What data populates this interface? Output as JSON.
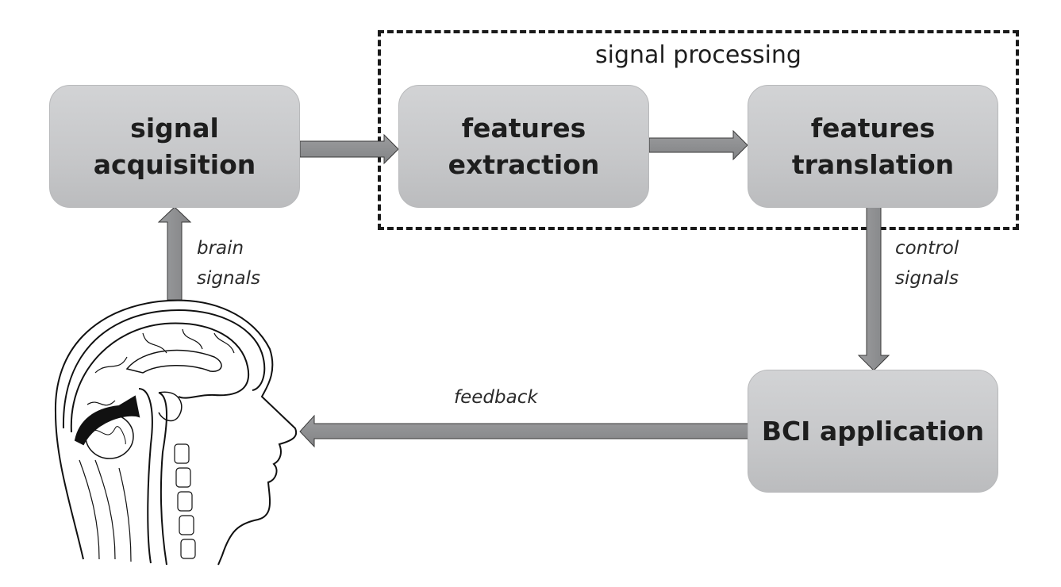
{
  "diagram": {
    "title": "BCI system block diagram",
    "group": {
      "label": "signal processing"
    },
    "nodes": {
      "acquisition": {
        "line1": "signal",
        "line2": "acquisition"
      },
      "extraction": {
        "line1": "features",
        "line2": "extraction"
      },
      "translation": {
        "line1": "features",
        "line2": "translation"
      },
      "application": {
        "line1": "BCI application"
      }
    },
    "edge_labels": {
      "brain_signals": {
        "line1": "brain",
        "line2": "signals"
      },
      "control_signals": {
        "line1": "control",
        "line2": "signals"
      },
      "feedback": "feedback"
    },
    "colors": {
      "box_fill": "#c9cacc",
      "arrow_fill": "#8e8f91",
      "frame": "#1a1a1a",
      "text": "#1e1e1e"
    },
    "icons": {
      "head": "human-head-brain-sagittal-section-icon"
    }
  }
}
